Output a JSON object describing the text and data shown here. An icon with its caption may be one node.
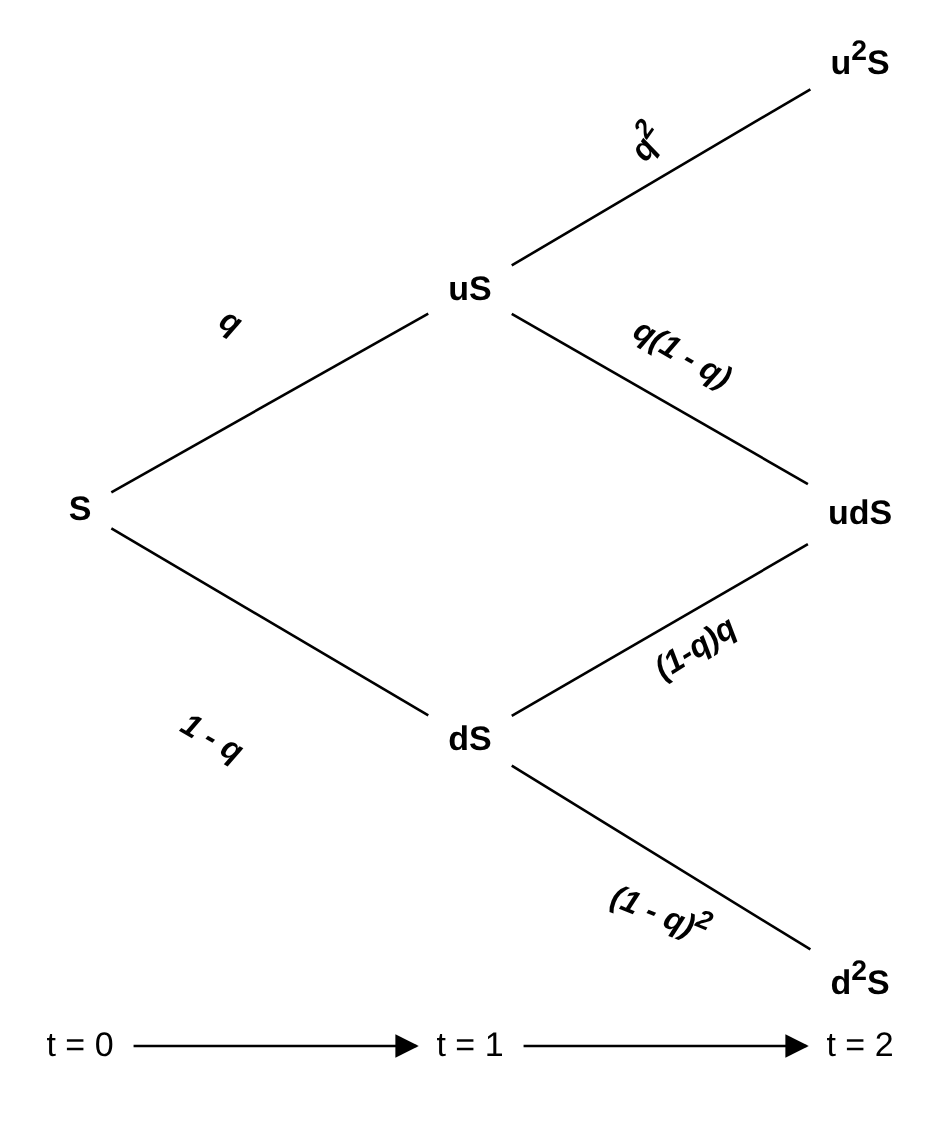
{
  "diagram": {
    "nodes": [
      {
        "text": [
          "S"
        ]
      },
      {
        "text": [
          "uS"
        ]
      },
      {
        "text": [
          "dS"
        ]
      },
      {
        "text": [
          "u$^{2}$S"
        ]
      },
      {
        "text": [
          "udS"
        ]
      },
      {
        "text": [
          "d$^{2}$S"
        ]
      },
      {
        "text": [
          "t = 0"
        ]
      },
      {
        "text": [
          "t = 1"
        ]
      },
      {
        "text": [
          "t = 2"
        ]
      }
    ],
    "edges": [
      {
        "from": 0,
        "to": 1,
        "arrow": "none",
        "label": "q"
      },
      {
        "from": 0,
        "to": 2,
        "arrow": "none",
        "label": "1 - q"
      },
      {
        "from": 1,
        "to": 3,
        "arrow": "none",
        "label": "q$^{2}$"
      },
      {
        "from": 1,
        "to": 4,
        "arrow": "none",
        "label": "q(1 - q)"
      },
      {
        "from": 2,
        "to": 4,
        "arrow": "none",
        "label": "(1-q)q"
      },
      {
        "from": 2,
        "to": 5,
        "arrow": "none",
        "label": "(1 - q)$^{2}$"
      },
      {
        "from": 6,
        "to": 7,
        "arrow": "to"
      },
      {
        "from": 7,
        "to": 8,
        "arrow": "to"
      }
    ]
  }
}
